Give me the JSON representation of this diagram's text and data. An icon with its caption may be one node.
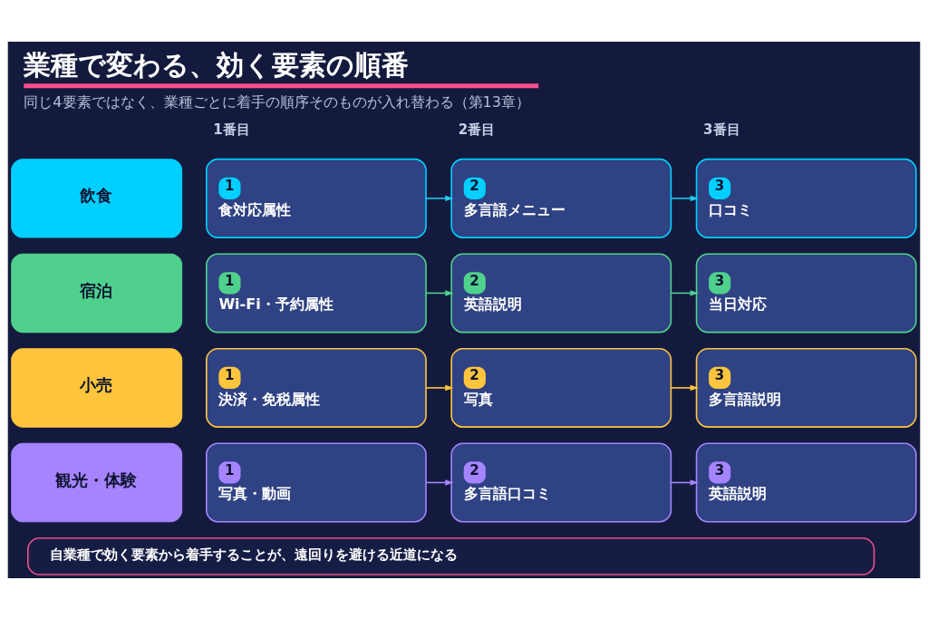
{
  "diagram": {
    "title": "業種で変わる、効く要素の順番",
    "caption": "同じ4要素ではなく、業種ごとに着手の順序そのものが入れ替わる（第13章）",
    "nodes": [
      {
        "text": [
          "飲食"
        ]
      },
      {
        "text": [
          "1",
          "食対応属性"
        ]
      },
      {
        "text": [
          "2",
          "多言語メニュー"
        ]
      },
      {
        "text": [
          "3",
          "口コミ"
        ]
      },
      {
        "text": [
          "宿泊"
        ]
      },
      {
        "text": [
          "1",
          "Wi-Fi・予約属性"
        ]
      },
      {
        "text": [
          "2",
          "英語説明"
        ]
      },
      {
        "text": [
          "3",
          "当日対応"
        ]
      },
      {
        "text": [
          "小売"
        ]
      },
      {
        "text": [
          "1",
          "決済・免税属性"
        ]
      },
      {
        "text": [
          "2",
          "写真"
        ]
      },
      {
        "text": [
          "3",
          "多言語説明"
        ]
      },
      {
        "text": [
          "観光・体験"
        ]
      },
      {
        "text": [
          "1",
          "写真・動画"
        ]
      },
      {
        "text": [
          "2",
          "多言語口コミ"
        ]
      },
      {
        "text": [
          "3",
          "英語説明"
        ]
      },
      {
        "text": [
          "自業種で効く要素から着手することが、遠回りを避ける近道になる"
        ]
      }
    ],
    "edges": [
      {
        "from": 1,
        "to": 2,
        "arrow": "to",
        "color": "#22c8ee"
      },
      {
        "from": 2,
        "to": 3,
        "arrow": "to",
        "color": "#22c8ee"
      },
      {
        "from": 5,
        "to": 6,
        "arrow": "to",
        "color": "#4fd18d"
      },
      {
        "from": 6,
        "to": 7,
        "arrow": "to",
        "color": "#4fd18d"
      },
      {
        "from": 9,
        "to": 10,
        "arrow": "to",
        "color": "#ffc53d"
      },
      {
        "from": 10,
        "to": 11,
        "arrow": "to",
        "color": "#ffc53d"
      },
      {
        "from": 13,
        "to": 14,
        "arrow": "to",
        "color": "#a584ff"
      },
      {
        "from": 14,
        "to": 15,
        "arrow": "to",
        "color": "#a584ff"
      }
    ],
    "labels": [
      "1番目",
      "2番目",
      "3番目"
    ]
  }
}
